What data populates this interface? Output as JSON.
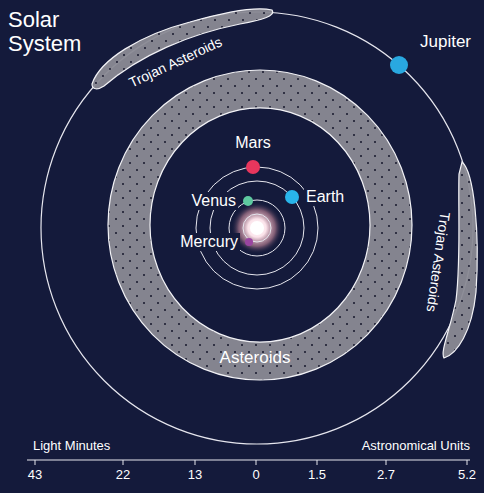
{
  "diagram": {
    "title": "Solar System",
    "nodes": [
      {
        "text": [
          "Trojan Asteroids"
        ]
      },
      {
        "text": [
          "Jupiter"
        ]
      },
      {
        "text": [
          "Asteroids"
        ]
      },
      {
        "text": [
          "Mars"
        ]
      },
      {
        "text": [
          "Venus"
        ]
      },
      {
        "text": [
          "Earth"
        ]
      },
      {
        "text": [
          "Mercury"
        ]
      },
      {
        "text": [
          "Trojan Asteroids"
        ]
      }
    ],
    "labels": [
      "Light Minutes",
      "Astronomical Units",
      "43",
      "22",
      "13",
      "0",
      "1.5",
      "2.7",
      "5.2"
    ]
  }
}
